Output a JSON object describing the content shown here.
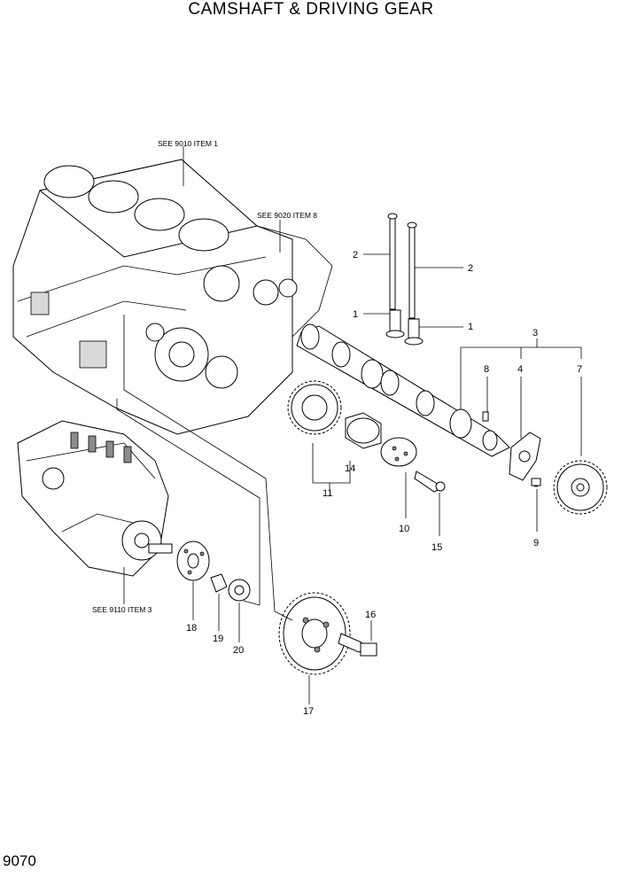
{
  "title": "CAMSHAFT & DRIVING GEAR",
  "page_number": "9070",
  "references": [
    {
      "id": "ref-9010",
      "text": "SEE 9010 ITEM 1"
    },
    {
      "id": "ref-9020",
      "text": "SEE 9020 ITEM 8"
    },
    {
      "id": "ref-9110",
      "text": "SEE 9110 ITEM 3"
    }
  ],
  "callouts": [
    "1",
    "1",
    "2",
    "2",
    "3",
    "4",
    "7",
    "8",
    "9",
    "10",
    "11",
    "14",
    "15",
    "16",
    "17",
    "18",
    "19",
    "20"
  ]
}
